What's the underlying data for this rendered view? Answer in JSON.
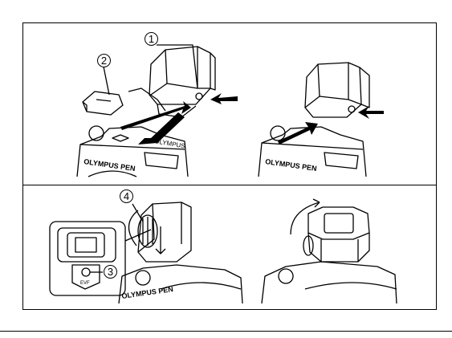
{
  "callouts": {
    "c1": "1",
    "c2": "2",
    "c3": "3",
    "c4": "4"
  },
  "brand": {
    "camera_label": "OLYMPUS PEN",
    "finder_label": "OLYMPUS"
  },
  "eyepiece_mark": "EVF"
}
